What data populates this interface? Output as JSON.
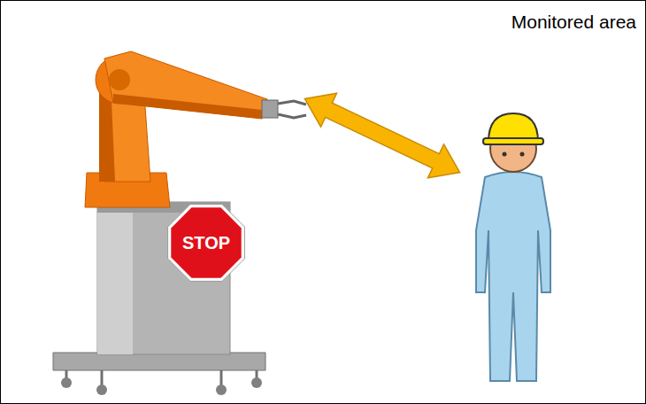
{
  "diagram": {
    "nodes": [
      {
        "text": [
          "Monitored area"
        ]
      },
      {
        "text": [
          "STOP"
        ],
        "in": 0
      }
    ]
  }
}
